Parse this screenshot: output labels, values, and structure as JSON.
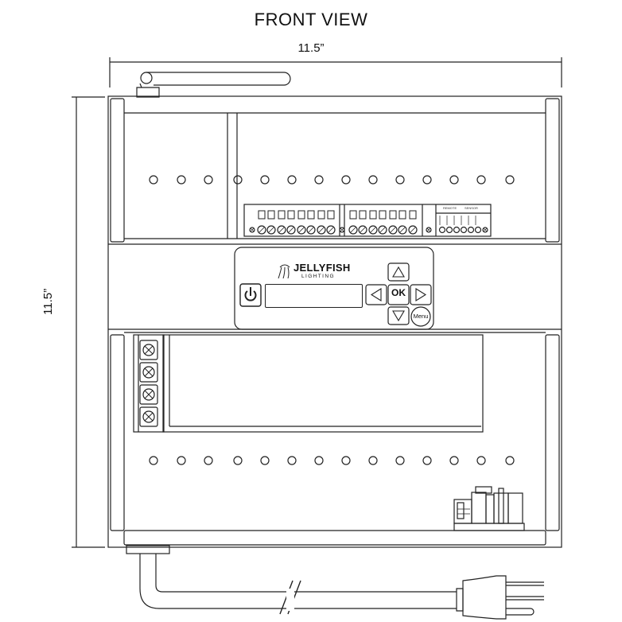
{
  "diagram": {
    "title": "FRONT VIEW",
    "width_label": "11.5”",
    "height_label": "11.5”",
    "brand": {
      "name": "JELLYFISH",
      "tagline": "LIGHTING"
    },
    "keypad": {
      "ok_label": "OK",
      "menu_label": "Menu"
    },
    "terminal_labels": {
      "group_a": "REMOTE",
      "group_b": "SENSOR"
    },
    "colors": {
      "line": "#222222",
      "fill": "#ffffff"
    }
  }
}
